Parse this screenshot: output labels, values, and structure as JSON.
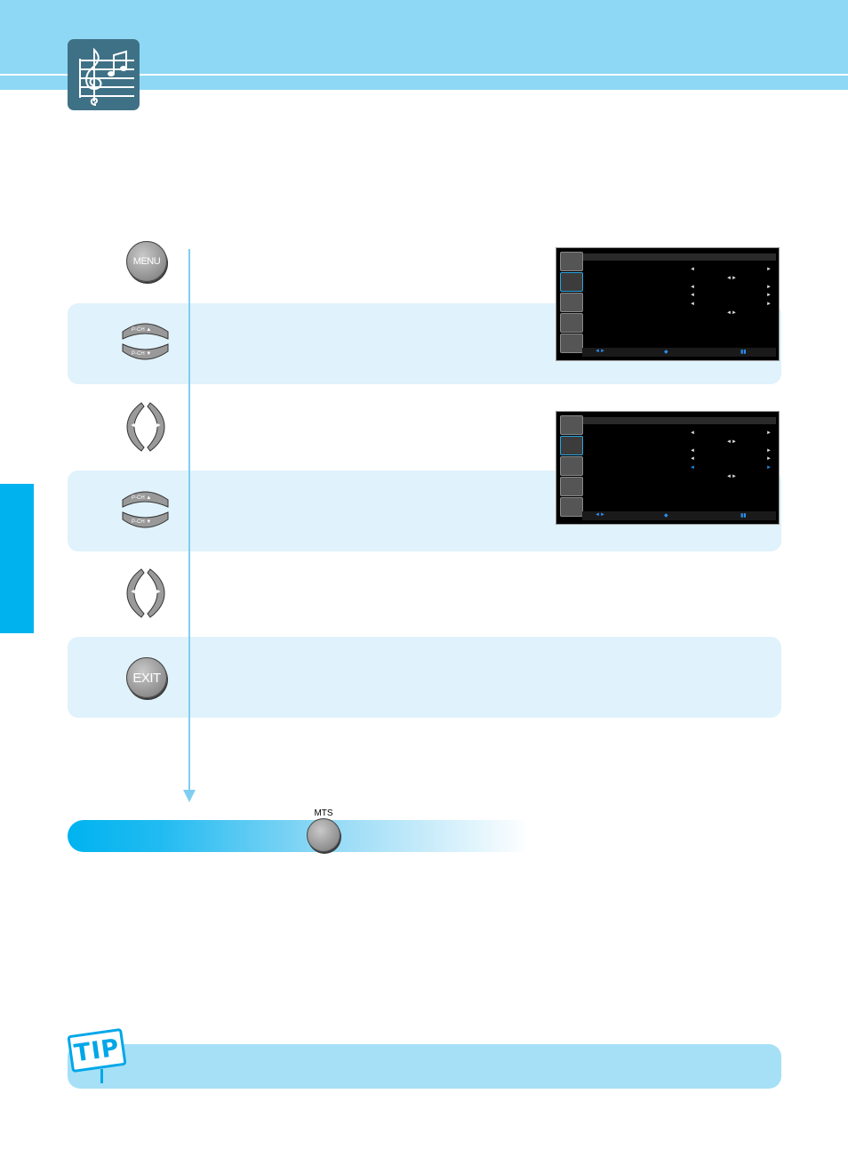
{
  "header": {
    "icon": "music-notes-icon"
  },
  "flow": {
    "steps": [
      {
        "button": "menu-button",
        "label": "MENU"
      },
      {
        "button": "pch-updown-button",
        "labels": [
          "P-CH ▲",
          "P-CH ▼"
        ]
      },
      {
        "button": "left-right-button",
        "labels": [
          "◄",
          "►"
        ]
      },
      {
        "button": "pch-updown-button",
        "labels": [
          "P-CH ▲",
          "P-CH ▼"
        ]
      },
      {
        "button": "left-right-button",
        "labels": [
          "◄",
          "►"
        ]
      },
      {
        "button": "exit-button",
        "label": "EXIT"
      }
    ]
  },
  "mts": {
    "label": "MTS"
  },
  "tip": {
    "label": "TIP"
  },
  "colors": {
    "header": "#8fd8f5",
    "accent": "#00b3ef",
    "band": "#e0f2fb",
    "tip_band": "#a6e0f7",
    "badge": "#3f7186"
  }
}
